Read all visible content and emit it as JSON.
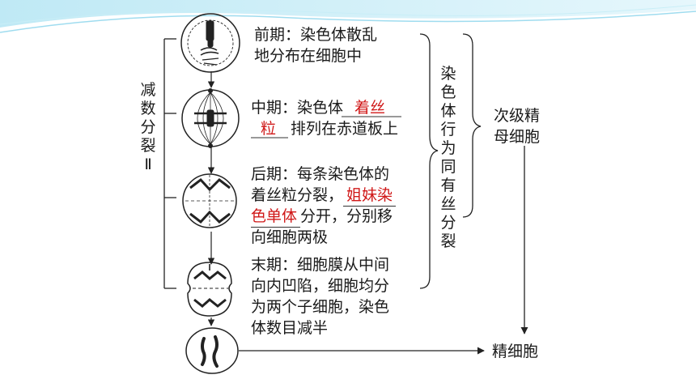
{
  "left_label": "减数分裂Ⅱ",
  "stages": {
    "prophase": {
      "line1": "前期：染色体散乱",
      "line2": "地分布在细胞中"
    },
    "metaphase": {
      "prefix": "中期：染色体",
      "blank1": "着丝",
      "blank2": "粒",
      "suffix": "排列在赤道板上"
    },
    "anaphase": {
      "line1": "后期：每条染色体的",
      "line2_prefix": "着丝粒分裂，",
      "blank1": "姐妹染",
      "blank2": "色单体",
      "line3_suffix": "分开，分别移",
      "line4": "向细胞两极"
    },
    "telophase": {
      "line1": "末期：细胞膜从中间",
      "line2": "向内凹陷，细胞均分",
      "line3": "为两个子细胞，染色",
      "line4": "体数目减半"
    }
  },
  "bracket_label": "染色体行为同有丝分裂",
  "right_top": {
    "line1": "次级精",
    "line2": "母细胞"
  },
  "right_bottom": "精细胞",
  "colors": {
    "answer": "#d01818",
    "line": "#222222",
    "banner": "#c6ecf6"
  }
}
